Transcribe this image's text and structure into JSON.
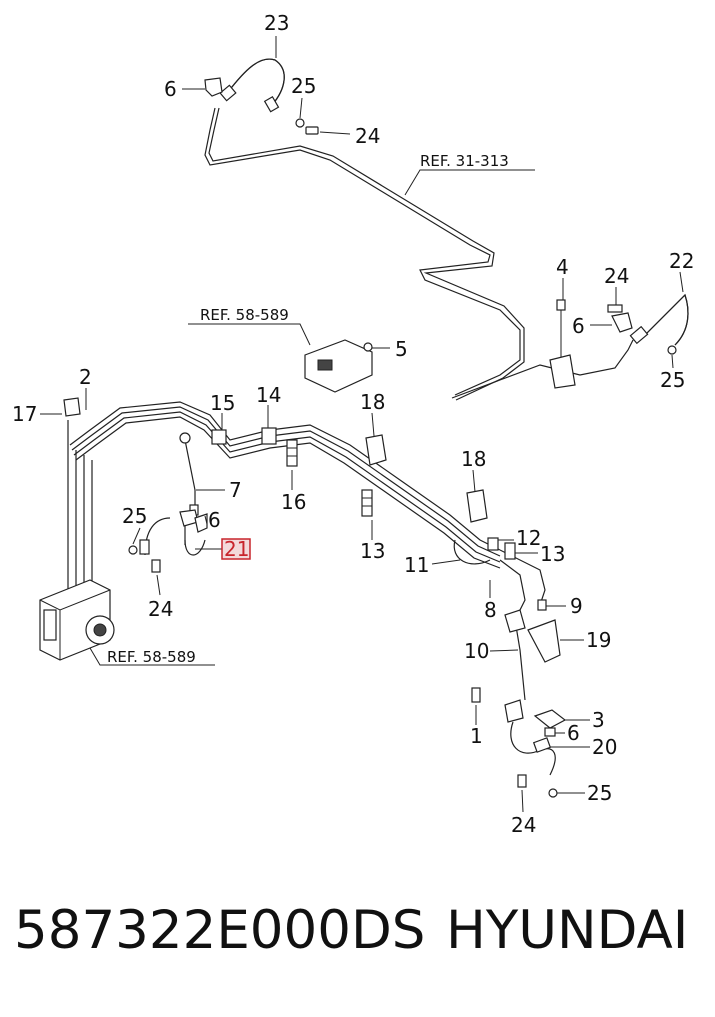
{
  "callouts": {
    "c1": "1",
    "c2": "2",
    "c3": "3",
    "c4": "4",
    "c5": "5",
    "c6": "6",
    "c7": "7",
    "c8": "8",
    "c9": "9",
    "c10": "10",
    "c11": "11",
    "c12": "12",
    "c13": "13",
    "c14": "14",
    "c15": "15",
    "c16": "16",
    "c17": "17",
    "c18": "18",
    "c19": "19",
    "c20": "20",
    "c21": "21",
    "c22": "22",
    "c23": "23",
    "c24": "24",
    "c25": "25"
  },
  "refs": {
    "r31_313": "REF. 31-313",
    "r58_589_top": "REF. 58-589",
    "r58_589_bottom": "REF. 58-589"
  },
  "highlight_color": "#c8252c",
  "footer": {
    "part_number": "587322E000DS",
    "brand": "HYUNDAI"
  }
}
